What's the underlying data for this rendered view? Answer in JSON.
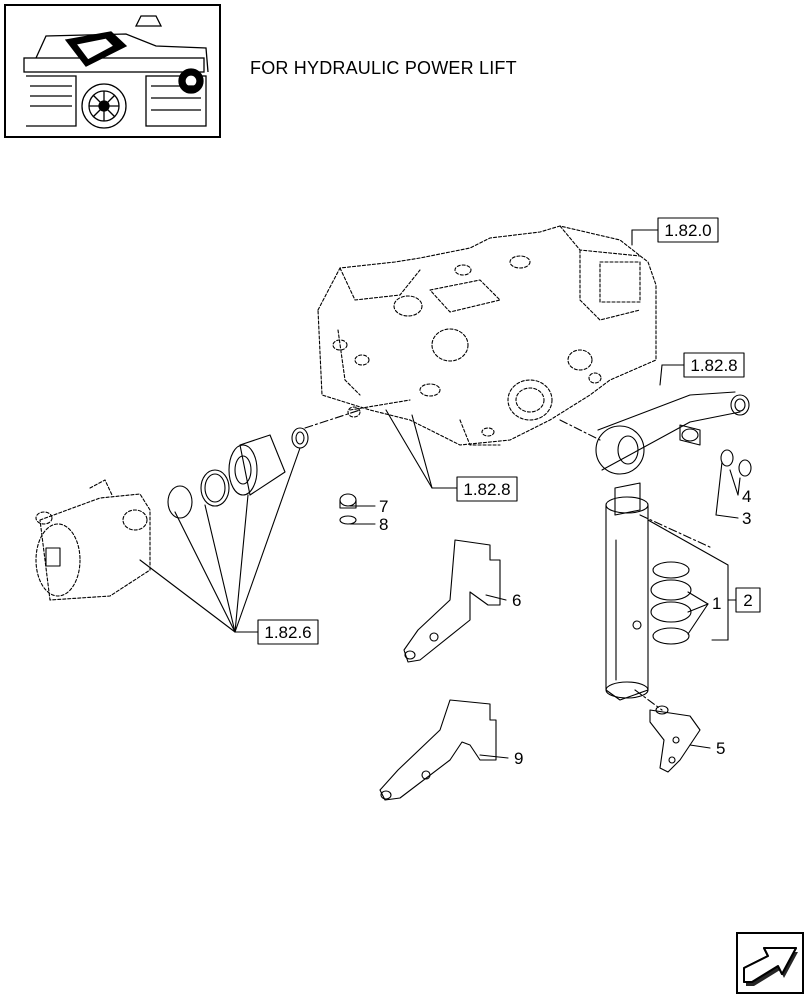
{
  "heading": "FOR HYDRAULIC POWER LIFT",
  "references": {
    "lift_housing": "1.82.0",
    "lift_arm": "1.82.8",
    "bolts": "1.82.8",
    "cylinder": "1.82.6",
    "kit": "2"
  },
  "callouts": {
    "c1": "1",
    "c3": "3",
    "c4": "4",
    "c5": "5",
    "c6": "6",
    "c7": "7",
    "c8": "8",
    "c9": "9"
  },
  "icons": {
    "thumbnail": "tractor-rear-view-thumbnail",
    "navigation": "next-page-arrow-icon"
  }
}
